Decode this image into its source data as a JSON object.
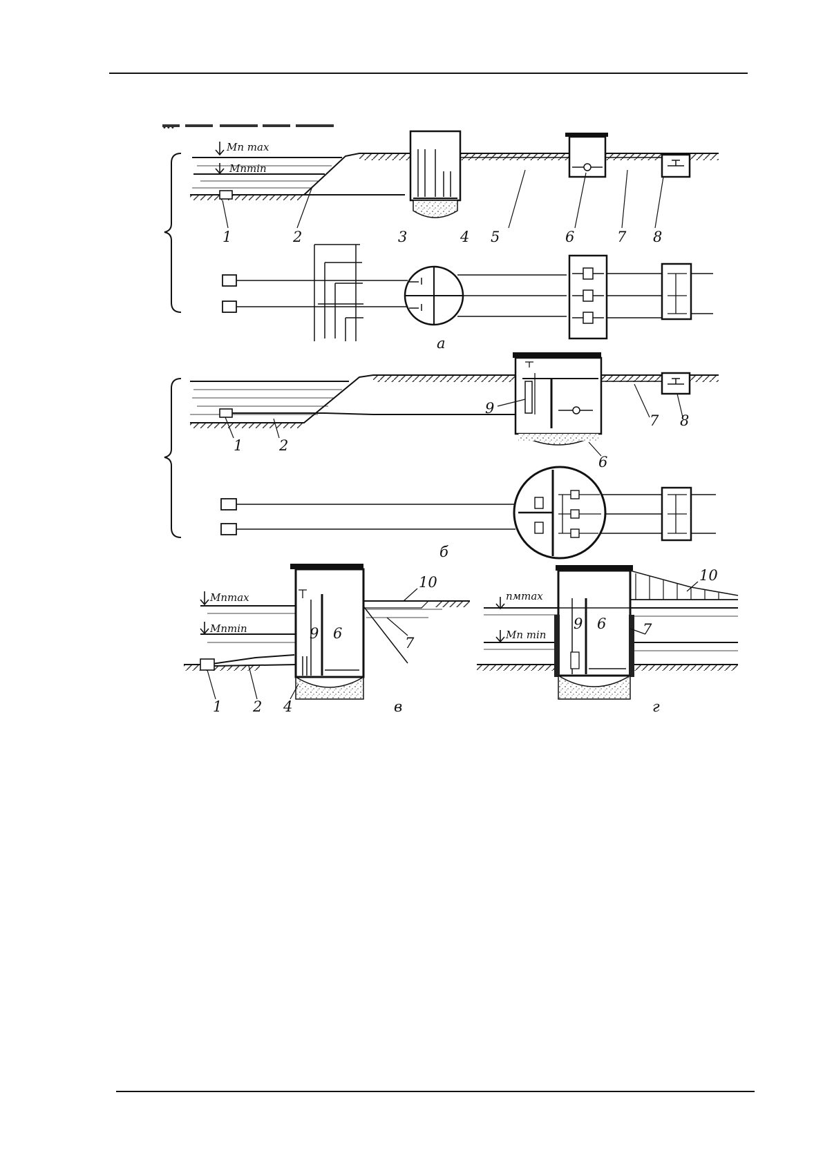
{
  "header_fragment": "...",
  "water_levels": {
    "a_max": "Мп max",
    "a_min": "Мпmin",
    "v_max": "Мпmax",
    "v_min": "Мпmin",
    "g_max": "пмmax",
    "g_min": "Мп min"
  },
  "callouts": {
    "a": [
      "1",
      "2",
      "3",
      "4",
      "5",
      "6",
      "7",
      "8"
    ],
    "b": [
      "1",
      "2",
      "9",
      "6",
      "7",
      "8"
    ],
    "v": [
      "10",
      "9",
      "6",
      "7",
      "1",
      "2",
      "4"
    ],
    "g": [
      "10",
      "9",
      "6",
      "7"
    ]
  },
  "panel_labels": {
    "a": "а",
    "b": "б",
    "v": "в",
    "g": "г"
  }
}
